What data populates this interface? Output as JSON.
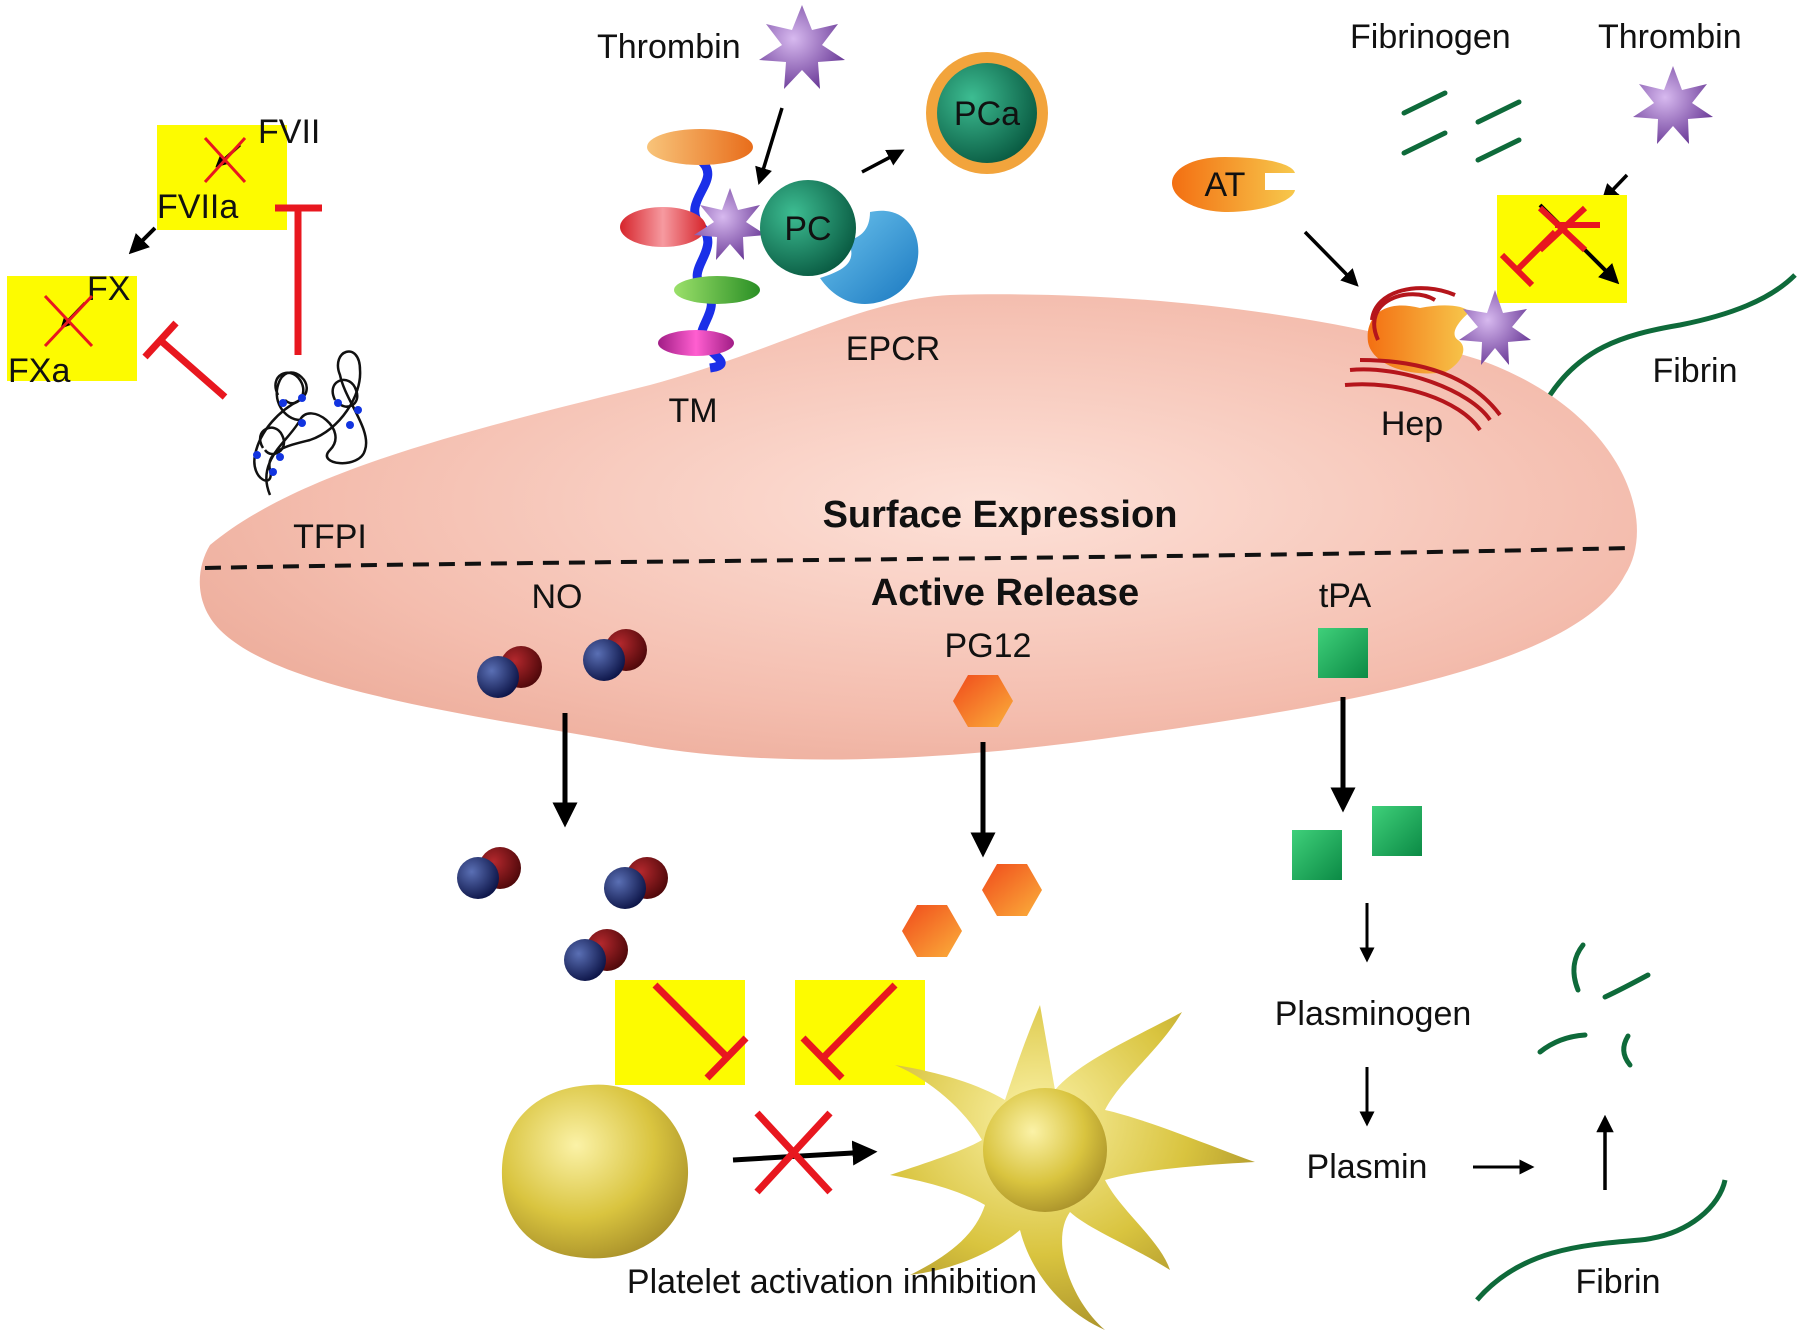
{
  "labels": {
    "thrombin_top": "Thrombin",
    "pca": "PCa",
    "pc": "PC",
    "epcr": "EPCR",
    "tm": "TM",
    "fvii": "FVII",
    "fviia": "FVIIa",
    "fx": "FX",
    "fxa": "FXa",
    "tfpi": "TFPI",
    "fibrinogen": "Fibrinogen",
    "thrombin_right": "Thrombin",
    "at": "AT",
    "hep": "Hep",
    "fibrin_top": "Fibrin",
    "surface_expression": "Surface Expression",
    "active_release": "Active Release",
    "no": "NO",
    "pg12": "PG12",
    "tpa": "tPA",
    "plasminogen": "Plasminogen",
    "plasmin": "Plasmin",
    "fibrin_bottom": "Fibrin",
    "platelet_caption": "Platelet activation inhibition"
  },
  "colors": {
    "cell_body": "#f3b8a8",
    "inhibit_red": "#e8171f",
    "highlight_yellow": "#fdfb00",
    "thrombin_purple": "#7e4fa6",
    "pc_green": "#0f7f5b",
    "no_blue": "#16236b",
    "no_red": "#7a0f12",
    "pg12_orange": "#f7861e",
    "tpa_green": "#12a456",
    "fibrin_green": "#0e6a3a",
    "platelet_gold": "#d8c23c"
  }
}
